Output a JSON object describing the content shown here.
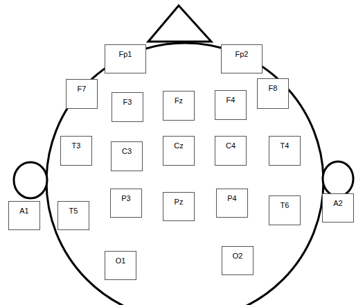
{
  "diagram": {
    "nodes": [
      {
        "text": [
          "Fp1"
        ]
      },
      {
        "text": [
          "Fp2"
        ]
      },
      {
        "text": [
          "F7"
        ]
      },
      {
        "text": [
          "F3"
        ]
      },
      {
        "text": [
          "Fz"
        ]
      },
      {
        "text": [
          "F4"
        ]
      },
      {
        "text": [
          "F8"
        ]
      },
      {
        "text": [
          "T3"
        ]
      },
      {
        "text": [
          "C3"
        ]
      },
      {
        "text": [
          "Cz"
        ]
      },
      {
        "text": [
          "C4"
        ]
      },
      {
        "text": [
          "T4"
        ]
      },
      {
        "text": [
          "A1"
        ]
      },
      {
        "text": [
          "T5"
        ]
      },
      {
        "text": [
          "P3"
        ]
      },
      {
        "text": [
          "Pz"
        ]
      },
      {
        "text": [
          "P4"
        ]
      },
      {
        "text": [
          "T6"
        ]
      },
      {
        "text": [
          "A2"
        ]
      },
      {
        "text": [
          "O1"
        ]
      },
      {
        "text": [
          "O2"
        ]
      }
    ],
    "edges": []
  }
}
